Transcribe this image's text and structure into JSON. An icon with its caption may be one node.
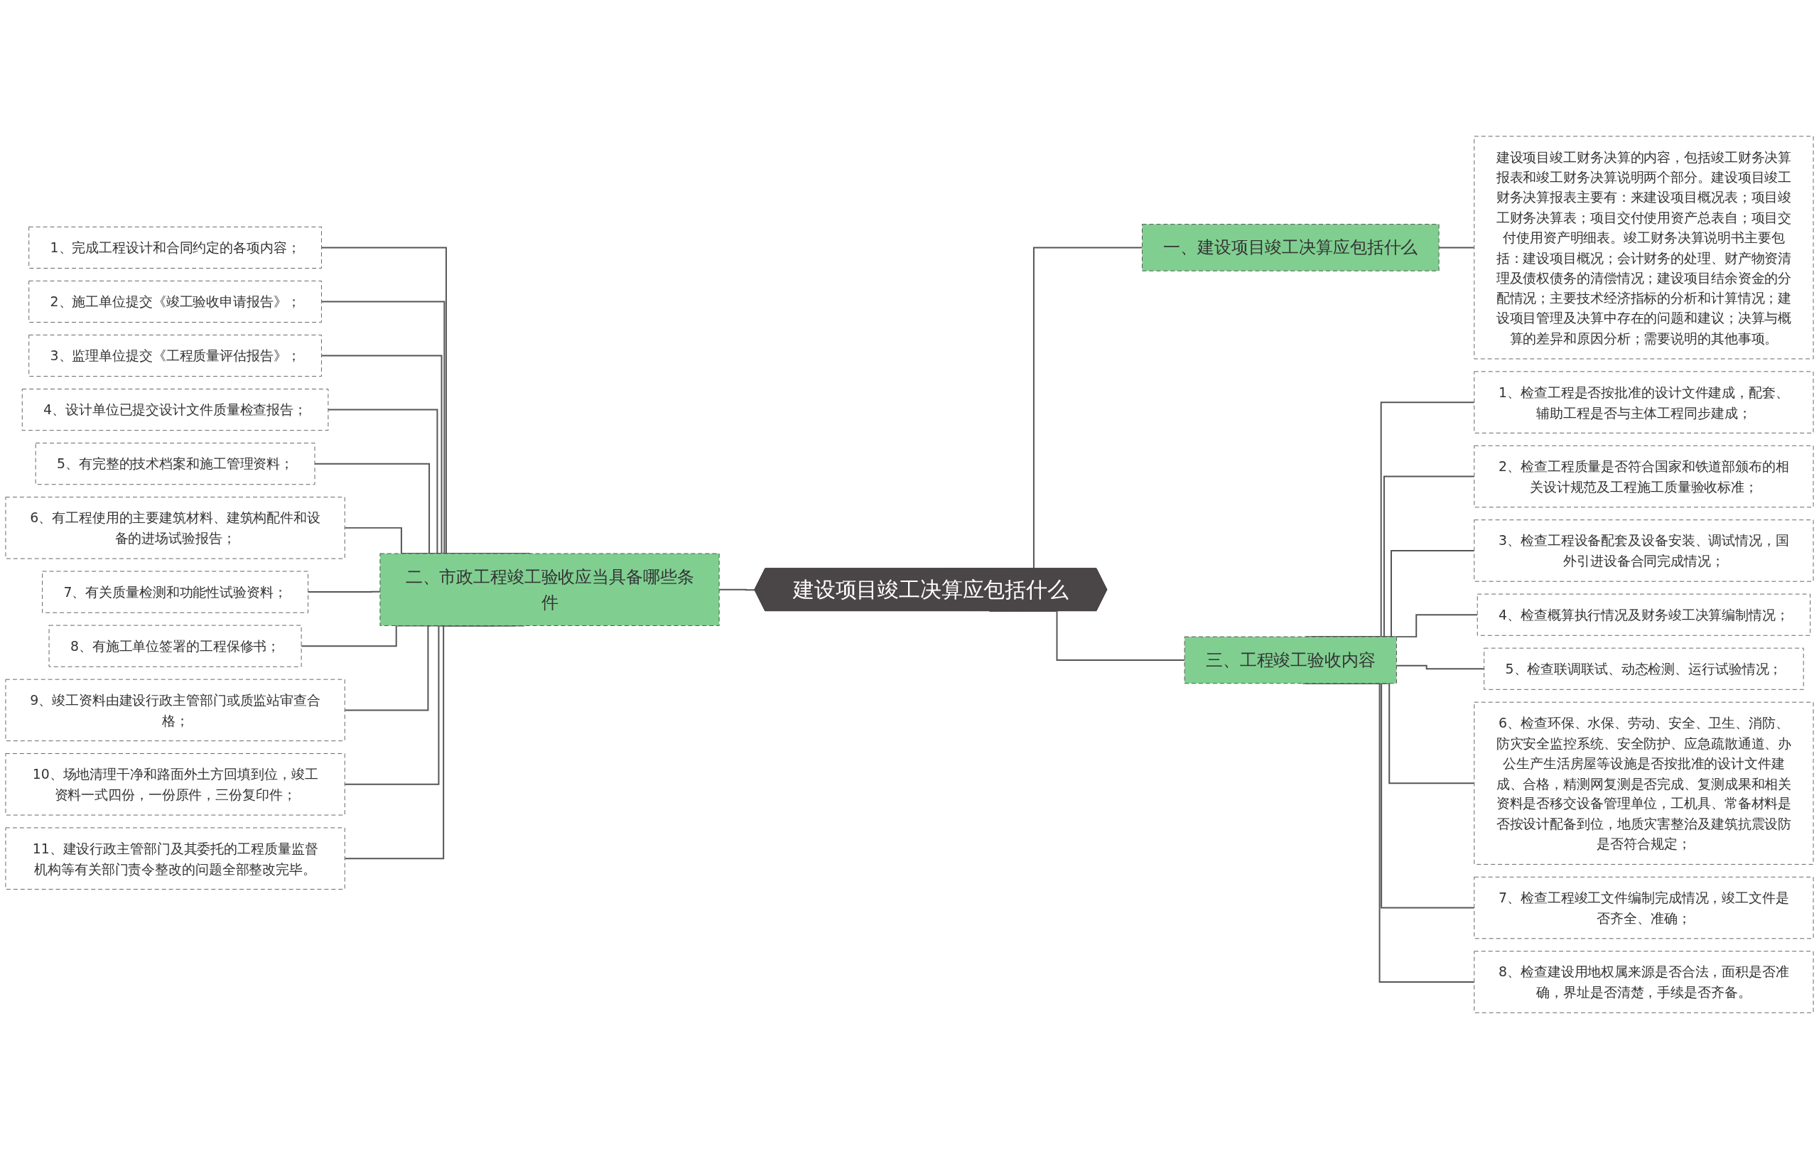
{
  "diagram": {
    "nodes": [
      {
        "text": [
          "建设项目竣工决算应包括什么"
        ]
      },
      {
        "text": [
          "一、建设项目竣工决算应包括什么"
        ]
      },
      {
        "text": [
          "建设项目竣工财务决算的内容，包括竣工财务决算报表和竣工财务决算说明两个部分。建设项目竣工财务决算报表主要有：来建设项目概况表；项目竣工财务决算表；项目交付使用资产总表自；项目交付使用资产明细表。竣工财务决算说明书主要包括：建设项目概况；会计财务的处理、财产物资清理及债权债务的清偿情况；建设项目结余资金的分配情况；主要技术经济指标的分析和计算情况；建设项目管理及决算中存在的问题和建议；决算与概算的差异和原因分析；需要说明的其他事项。"
        ]
      },
      {
        "text": [
          "三、工程竣工验收内容"
        ]
      },
      {
        "text": [
          "1、检查工程是否按批准的设计文件建成，配套、辅助工程是否与主体工程同步建成；"
        ]
      },
      {
        "text": [
          "2、检查工程质量是否符合国家和铁道部颁布的相关设计规范及工程施工质量验收标准；"
        ]
      },
      {
        "text": [
          "3、检查工程设备配套及设备安装、调试情况，国外引进设备合同完成情况；"
        ]
      },
      {
        "text": [
          "4、检查概算执行情况及财务竣工决算编制情况；"
        ]
      },
      {
        "text": [
          "5、检查联调联试、动态检测、运行试验情况；"
        ]
      },
      {
        "text": [
          "6、检查环保、水保、劳动、安全、卫生、消防、防灾安全监控系统、安全防护、应急疏散通道、办公生产生活房屋等设施是否按批准的设计文件建成、合格，精测网复测是否完成、复测成果和相关资料是否移交设备管理单位，工机具、常备材料是否按设计配备到位，地质灾害整治及建筑抗震设防是否符合规定；"
        ]
      },
      {
        "text": [
          "7、检查工程竣工文件编制完成情况，竣工文件是否齐全、准确；"
        ]
      },
      {
        "text": [
          "8、检查建设用地权属来源是否合法，面积是否准确，界址是否清楚，手续是否齐备。"
        ]
      },
      {
        "text": [
          "二、市政工程竣工验收应当具备哪些条件"
        ]
      },
      {
        "text": [
          "1、完成工程设计和合同约定的各项内容；"
        ]
      },
      {
        "text": [
          "2、施工单位提交《竣工验收申请报告》；"
        ]
      },
      {
        "text": [
          "3、监理单位提交《工程质量评估报告》；"
        ]
      },
      {
        "text": [
          "4、设计单位已提交设计文件质量检查报告；"
        ]
      },
      {
        "text": [
          "5、有完整的技术档案和施工管理资料；"
        ]
      },
      {
        "text": [
          "6、有工程使用的主要建筑材料、建筑构配件和设备的进场试验报告；"
        ]
      },
      {
        "text": [
          "7、有关质量检测和功能性试验资料；"
        ]
      },
      {
        "text": [
          "8、有施工单位签署的工程保修书；"
        ]
      },
      {
        "text": [
          "9、竣工资料由建设行政主管部门或质监站审查合格；"
        ]
      },
      {
        "text": [
          "10、场地清理干净和路面外土方回填到位，竣工资料一式四份，一份原件，三份复印件；"
        ]
      },
      {
        "text": [
          "11、建设行政主管部门及其委托的工程质量监督机构等有关部门责令整改的问题全部整改完毕。"
        ]
      }
    ],
    "edges": [
      {
        "from": 0,
        "to": 1,
        "arrow": "none"
      },
      {
        "from": 1,
        "to": 2,
        "arrow": "none"
      },
      {
        "from": 0,
        "to": 3,
        "arrow": "none"
      },
      {
        "from": 3,
        "to": 4,
        "arrow": "none"
      },
      {
        "from": 3,
        "to": 5,
        "arrow": "none"
      },
      {
        "from": 3,
        "to": 6,
        "arrow": "none"
      },
      {
        "from": 3,
        "to": 7,
        "arrow": "none"
      },
      {
        "from": 3,
        "to": 8,
        "arrow": "none"
      },
      {
        "from": 3,
        "to": 9,
        "arrow": "none"
      },
      {
        "from": 3,
        "to": 10,
        "arrow": "none"
      },
      {
        "from": 3,
        "to": 11,
        "arrow": "none"
      },
      {
        "from": 13,
        "to": 12,
        "arrow": "none"
      },
      {
        "from": 14,
        "to": 12,
        "arrow": "none"
      },
      {
        "from": 15,
        "to": 12,
        "arrow": "none"
      },
      {
        "from": 16,
        "to": 12,
        "arrow": "none"
      },
      {
        "from": 17,
        "to": 12,
        "arrow": "none"
      },
      {
        "from": 18,
        "to": 12,
        "arrow": "none"
      },
      {
        "from": 19,
        "to": 12,
        "arrow": "none"
      },
      {
        "from": 20,
        "to": 12,
        "arrow": "none"
      },
      {
        "from": 21,
        "to": 12,
        "arrow": "none"
      },
      {
        "from": 22,
        "to": 12,
        "arrow": "none"
      },
      {
        "from": 23,
        "to": 12,
        "arrow": "none"
      },
      {
        "from": 12,
        "to": 0,
        "arrow": "none"
      }
    ]
  }
}
